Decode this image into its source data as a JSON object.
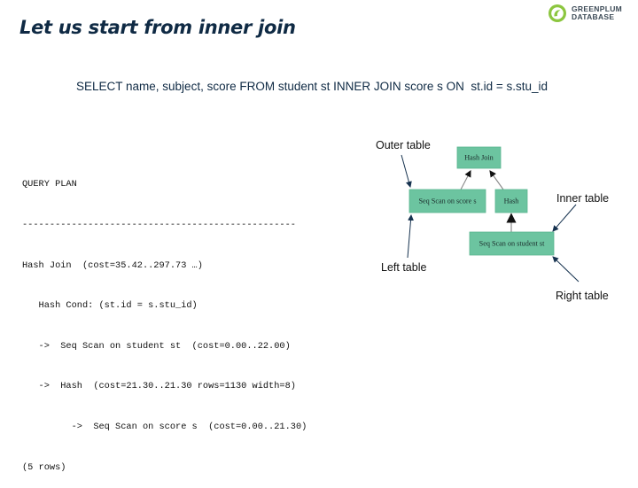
{
  "header": {
    "title": "Let us start from inner join",
    "logo": {
      "icon": "greenplum-logo-icon",
      "line1": "GREENPLUM",
      "line2": "DATABASE",
      "accent_color": "#8cc63f"
    }
  },
  "query": {
    "sql": "SELECT name, subject, score FROM student st INNER JOIN score s ON  st.id = s.stu_id"
  },
  "query_plan": {
    "lines": [
      "QUERY PLAN",
      "--------------------------------------------------",
      "Hash Join  (cost=35.42..297.73 …)",
      "   Hash Cond: (st.id = s.stu_id)",
      "   ->  Seq Scan on student st  (cost=0.00..22.00)",
      "   ->  Hash  (cost=21.30..21.30 rows=1130 width=8)",
      "         ->  Seq Scan on score s  (cost=0.00..21.30)",
      "(5 rows)"
    ]
  },
  "plan_tree": {
    "node_color": "#6cc4a0",
    "nodes": [
      {
        "id": "hash-join",
        "label": "Hash Join"
      },
      {
        "id": "seq-scan-score",
        "label": "Seq Scan on score s"
      },
      {
        "id": "hash",
        "label": "Hash"
      },
      {
        "id": "seq-scan-student",
        "label": "Seq Scan on student st"
      }
    ],
    "edges": [
      {
        "from": "seq-scan-score",
        "to": "hash-join"
      },
      {
        "from": "hash",
        "to": "hash-join"
      },
      {
        "from": "seq-scan-student",
        "to": "hash"
      }
    ],
    "annotations": [
      {
        "id": "outer",
        "label": "Outer table",
        "points_to": "seq-scan-score"
      },
      {
        "id": "left",
        "label": "Left table",
        "points_to": "seq-scan-score"
      },
      {
        "id": "inner",
        "label": "Inner table",
        "points_to": "seq-scan-student"
      },
      {
        "id": "right",
        "label": "Right table",
        "points_to": "seq-scan-student"
      }
    ]
  }
}
